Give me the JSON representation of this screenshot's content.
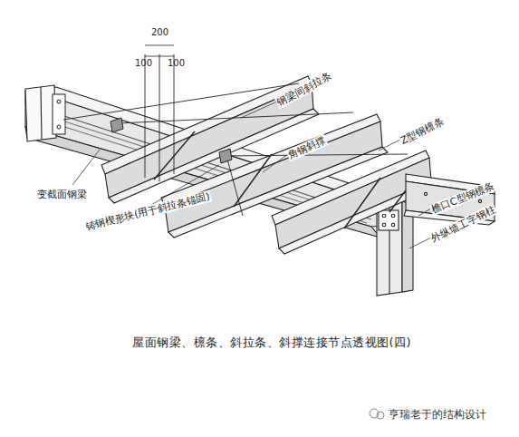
{
  "diagram": {
    "caption": "屋面钢梁、檩条、斜拉条、斜撑连接节点透视图(四)",
    "labels": [
      "200",
      "100",
      "100",
      "钢梁间斜拉条",
      "角钢斜撑",
      "Z型钢檩条",
      "檐口C型钢檩条",
      "变截面钢梁",
      "铸钢楔形块(用于斜拉条锚固)",
      "外纵墙工字钢柱",
      "亨瑞老于的结构设计"
    ]
  }
}
